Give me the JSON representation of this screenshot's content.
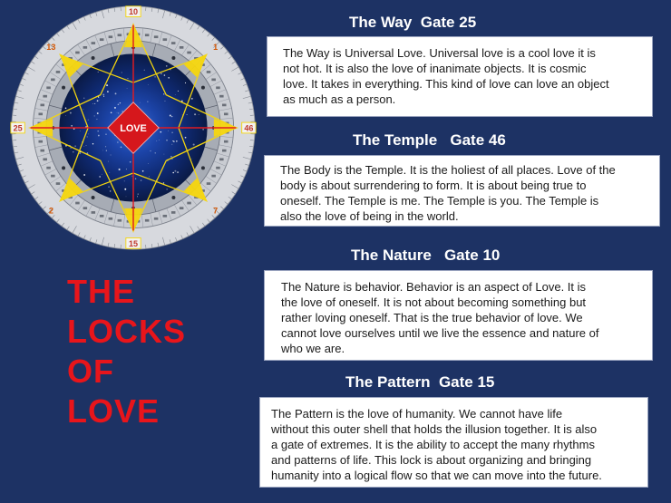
{
  "title_lines": [
    "THE",
    "LOCKS",
    "OF",
    "LOVE"
  ],
  "wheel": {
    "center_label": "LOVE",
    "gates": {
      "top": "10",
      "bottom": "15",
      "left": "25",
      "right": "46",
      "upper_left": "13",
      "upper_right": "1",
      "lower_left": "2",
      "lower_right": "7"
    }
  },
  "sections": [
    {
      "heading": "The Way  Gate 25",
      "lines": [
        "The Way is Universal Love.  Universal love is a cool love  it is",
        "not hot. It is also the love of inanimate objects.  It is cosmic",
        "love. It takes in everything. This kind of love can love an object",
        "as much as a person."
      ]
    },
    {
      "heading": "The Temple   Gate 46",
      "lines": [
        "The Body is the Temple.  It is the holiest of all places. Love of the",
        "body is about surrendering to form. It is about being true to",
        "oneself.  The Temple is me.  The Temple is you. The Temple is",
        "also the love of being in the world."
      ]
    },
    {
      "heading": "The Nature   Gate 10",
      "lines": [
        "The Nature is behavior.  Behavior is an aspect of Love. It is",
        "the love of oneself. It is not about becoming something but",
        "rather loving oneself.  That is the true behavior of love. We",
        "cannot love ourselves until we live the essence and nature of",
        "who we are."
      ]
    },
    {
      "heading": "The Pattern  Gate 15",
      "lines": [
        "The Pattern is the love of humanity.  We cannot have life",
        "without this outer shell that holds the illusion together. It is also",
        "a gate of extremes. It is the ability to accept the many rhythms",
        "and patterns of life.  This lock is about organizing and bringing",
        "humanity into a logical flow so that we can move into the future."
      ]
    }
  ],
  "colors": {
    "background": "#1d3264",
    "title": "#e8151b",
    "gate_yellow": "#f5d60e",
    "love_red": "#d6171c"
  }
}
